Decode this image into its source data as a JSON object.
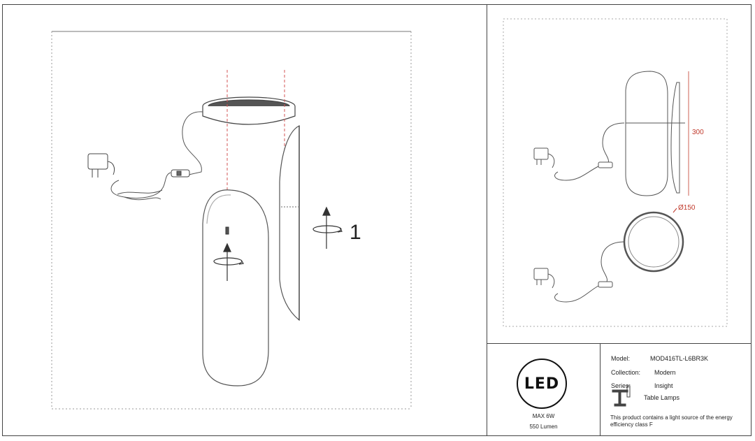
{
  "step": {
    "number": "1"
  },
  "dimensions": {
    "height": "300",
    "diameter": "Ø150"
  },
  "led": {
    "logo": "LED",
    "power": "MAX 6W",
    "lumen": "550 Lumen"
  },
  "specs": {
    "model_label": "Model:",
    "model_value": "MOD416TL-L6BR3K",
    "collection_label": "Collection:",
    "collection_value": "Modern",
    "series_label": "Series:",
    "series_value": "Insight",
    "category_value": "Table Lamps",
    "energy_note": "This product contains a light source of the energy efficiency class F"
  },
  "colors": {
    "line": "#444444",
    "dimension": "#c0392b",
    "guide": "#d35454"
  },
  "icons": [
    "plug-adapter-icon",
    "table-lamp-icon",
    "rotate-arrow-icon"
  ]
}
